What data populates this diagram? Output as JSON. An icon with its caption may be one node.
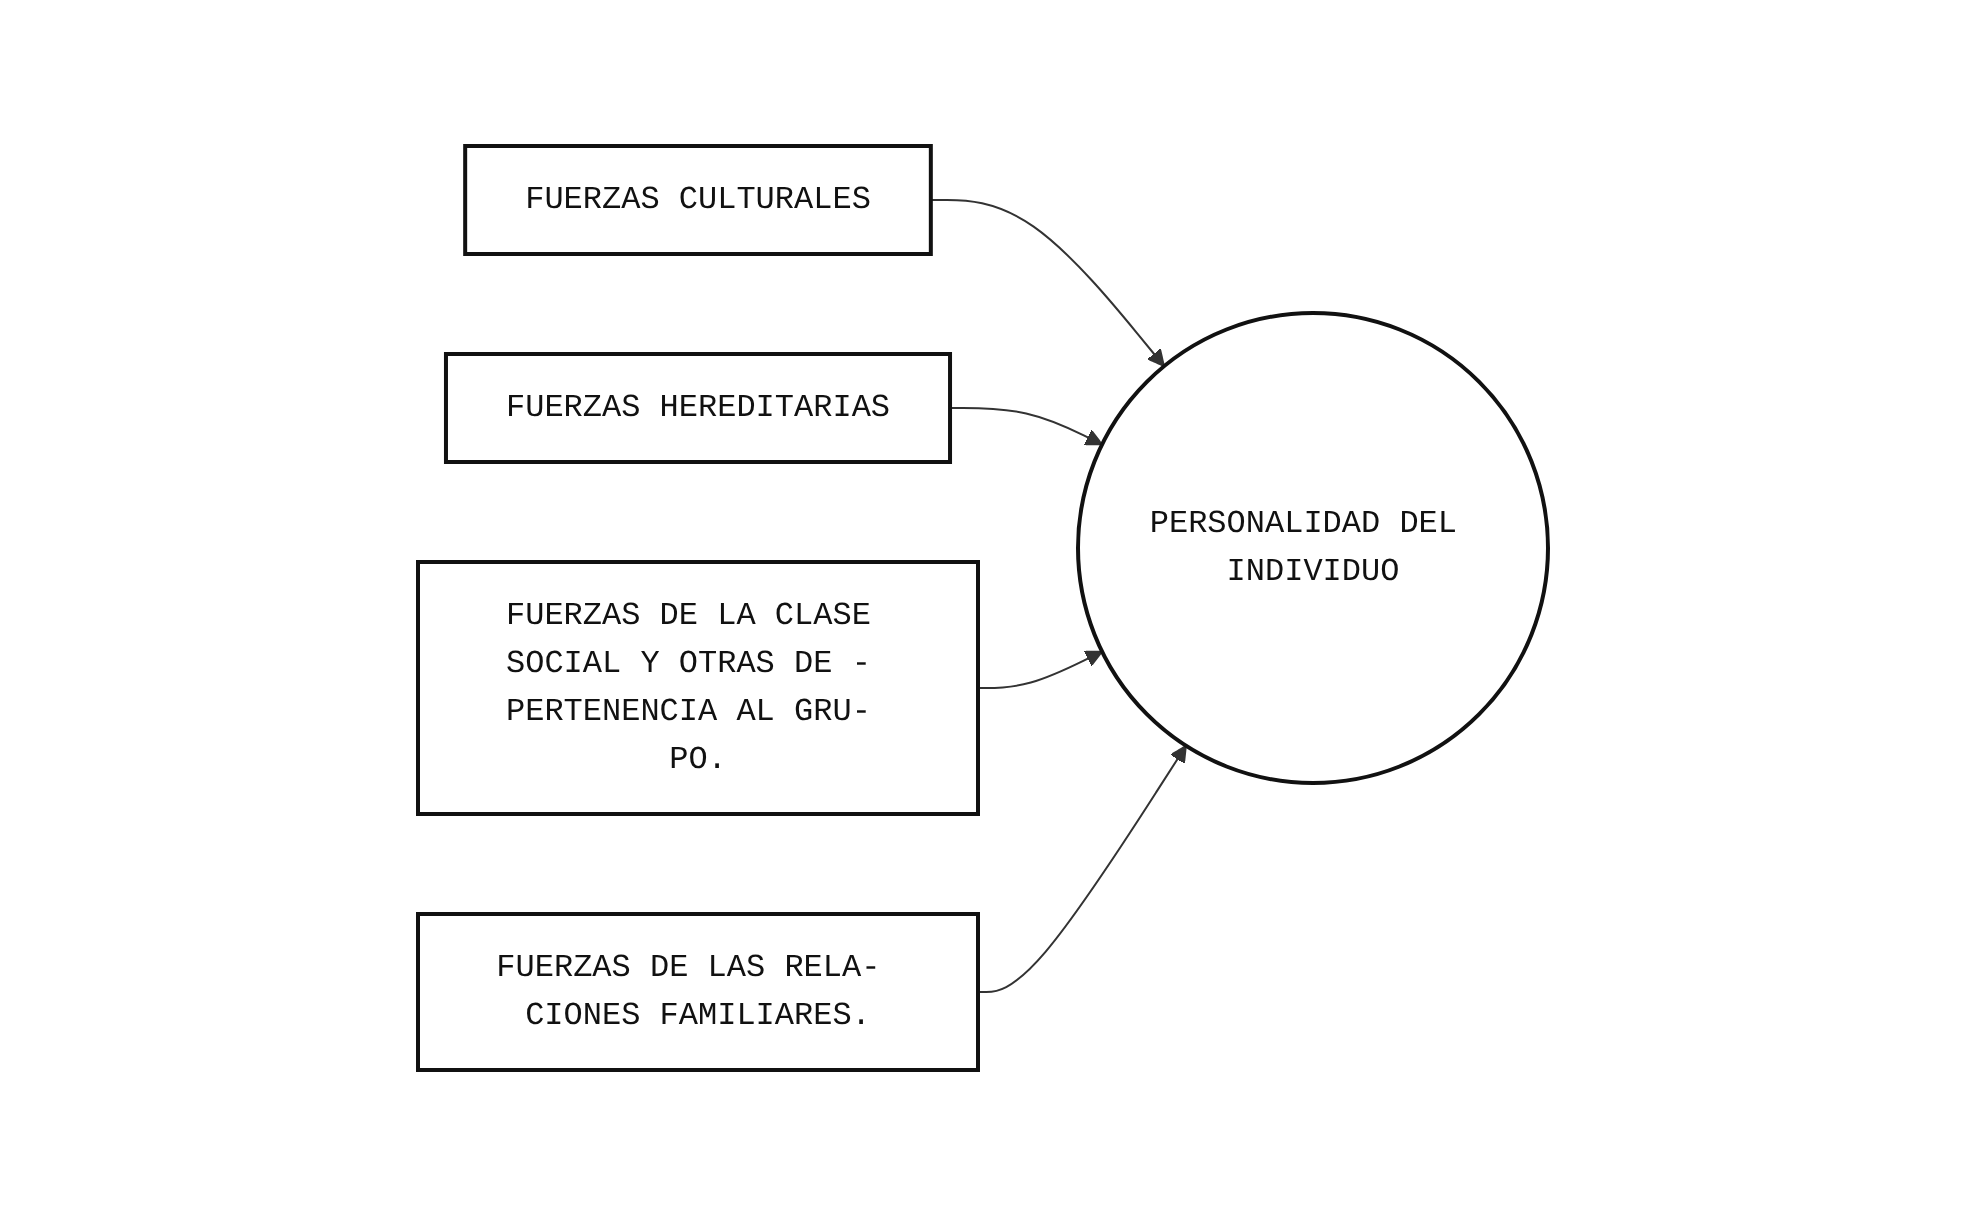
{
  "diagram": {
    "nodes": [
      {
        "text": [
          "FUERZAS CULTURALES"
        ]
      },
      {
        "text": [
          "FUERZAS HEREDITARIAS"
        ]
      },
      {
        "text": [
          "PERSONALIDAD DEL INDIVIDUO"
        ]
      },
      {
        "text": [
          "FUERZAS DE LA CLASE SOCIAL Y OTRAS DE - PERTENENCIA AL GRU- PO."
        ]
      },
      {
        "text": [
          "FUERZAS DE LAS RELA- CIONES FAMILIARES."
        ]
      }
    ],
    "edges": [
      {
        "from": 0,
        "to": 2,
        "arrow": "to"
      },
      {
        "from": 1,
        "to": 2,
        "arrow": "to"
      },
      {
        "from": 3,
        "to": 2,
        "arrow": "to"
      },
      {
        "from": 4,
        "to": 2,
        "arrow": "to"
      }
    ]
  }
}
